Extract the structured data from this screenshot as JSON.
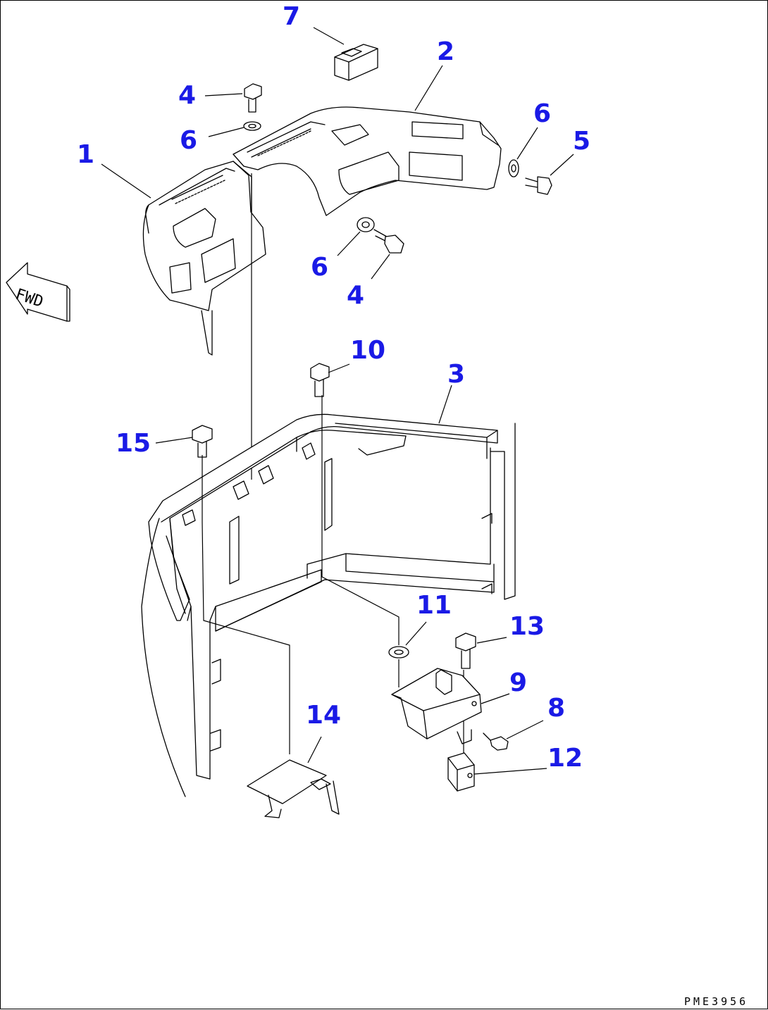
{
  "diagram": {
    "direction_marker": "FWD",
    "drawing_code": "PME3956",
    "callouts": [
      {
        "id": "c7",
        "label": "7"
      },
      {
        "id": "c2",
        "label": "2"
      },
      {
        "id": "c4a",
        "label": "4"
      },
      {
        "id": "c6a",
        "label": "6"
      },
      {
        "id": "c1",
        "label": "1"
      },
      {
        "id": "c6b",
        "label": "6"
      },
      {
        "id": "c5",
        "label": "5"
      },
      {
        "id": "c6c",
        "label": "6"
      },
      {
        "id": "c4b",
        "label": "4"
      },
      {
        "id": "c10",
        "label": "10"
      },
      {
        "id": "c3",
        "label": "3"
      },
      {
        "id": "c15",
        "label": "15"
      },
      {
        "id": "c11",
        "label": "11"
      },
      {
        "id": "c13",
        "label": "13"
      },
      {
        "id": "c9",
        "label": "9"
      },
      {
        "id": "c8",
        "label": "8"
      },
      {
        "id": "c14",
        "label": "14"
      },
      {
        "id": "c12",
        "label": "12"
      }
    ]
  },
  "colors": {
    "callout": "#1a1ae6",
    "linework": "#000000",
    "background": "#ffffff"
  }
}
